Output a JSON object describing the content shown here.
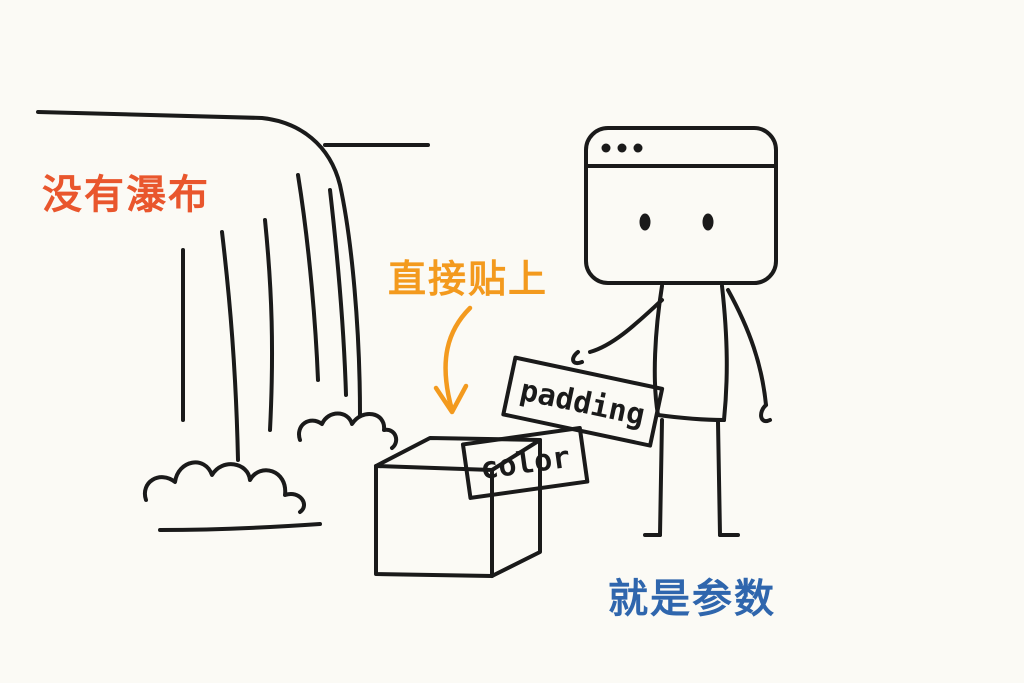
{
  "labels": {
    "no_waterfall": "没有瀑布",
    "paste_directly": "直接贴上",
    "is_parameter": "就是参数"
  },
  "tags": {
    "padding": "padding",
    "color": "color"
  },
  "colors": {
    "no_waterfall": "#e9562d",
    "paste_directly": "#f39a1e",
    "is_parameter": "#2f66ad",
    "ink": "#1a1a1a",
    "background": "#fbfaf5"
  },
  "icons": [
    "waterfall-icon",
    "browser-window-character",
    "box-icon",
    "arrow-down-icon"
  ]
}
